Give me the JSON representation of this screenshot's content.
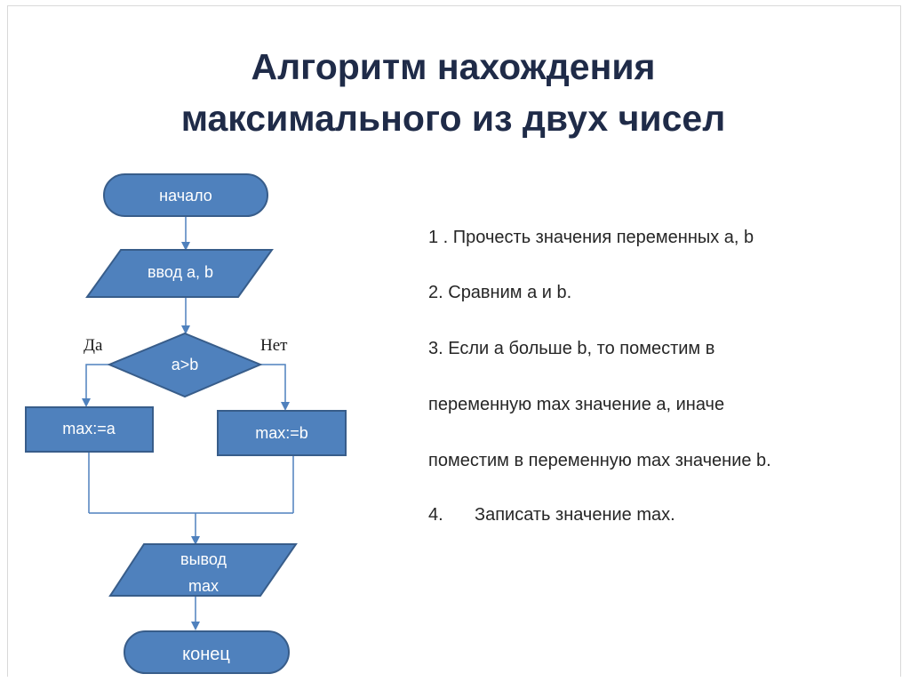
{
  "title": {
    "line1": "Алгоритм нахождения",
    "line2": "максимального из двух чисел"
  },
  "flowchart": {
    "start_label": "начало",
    "input_label": "ввод a, b",
    "condition_label": "a>b",
    "yes_label": "Да",
    "no_label": "Нет",
    "assign_a_label": "max:=a",
    "assign_b_label": "max:=b",
    "output_label_line1": "вывод",
    "output_label_line2": "max",
    "end_label": "конец",
    "colors": {
      "fill": "#4f81bd",
      "stroke": "#385d8a",
      "connector": "#4f81bd",
      "text": "#ffffff"
    }
  },
  "steps": [
    {
      "num": "1 .",
      "text": " Прочесть значения переменных a, b"
    },
    {
      "num": "2.",
      "text": " Сравним a и b."
    },
    {
      "num": "3.",
      "text": " Если a больше b, то поместим в"
    },
    {
      "num": "",
      "text": "переменную max значение а, иначе"
    },
    {
      "num": "",
      "text": "поместим в переменную max значение b."
    },
    {
      "num": "4.",
      "text": "Записать значение max."
    }
  ]
}
